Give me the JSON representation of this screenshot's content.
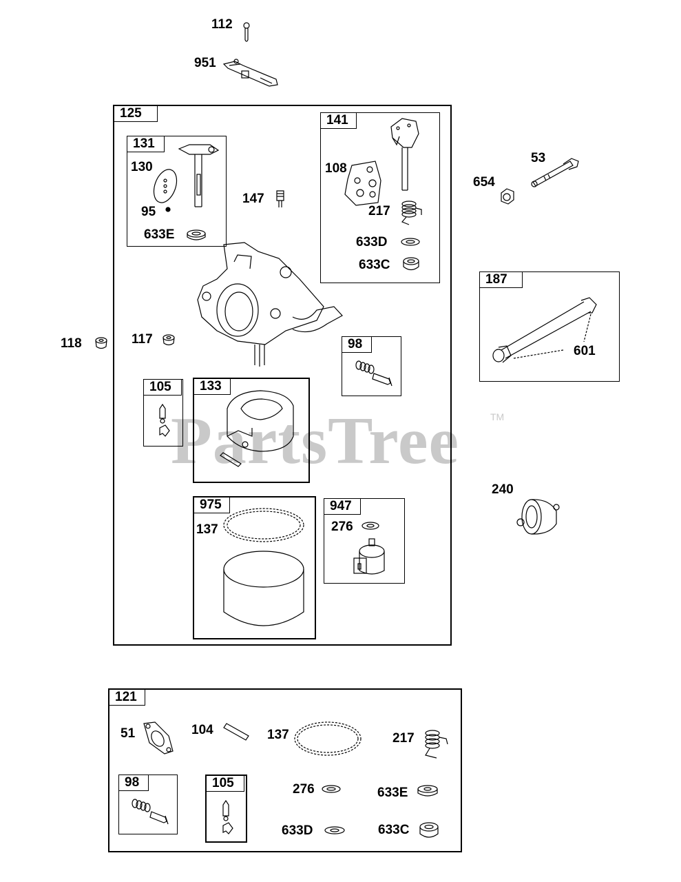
{
  "diagram": {
    "type": "exploded parts diagram",
    "subject": "Carburetor assembly",
    "watermark": {
      "text": "PartsTree",
      "trademark": "TM",
      "color": "#c9c9c9"
    }
  },
  "loose_parts": [
    {
      "id": "112",
      "shape": "screw"
    },
    {
      "id": "951",
      "shape": "throttle-lever"
    },
    {
      "id": "654",
      "shape": "nut"
    },
    {
      "id": "53",
      "shape": "fuel-pipe"
    },
    {
      "id": "118",
      "shape": "bushing"
    },
    {
      "id": "240",
      "shape": "fuel-pump-primer"
    }
  ],
  "kit_125": {
    "label": "125",
    "loose": [
      {
        "id": "147",
        "shape": "idle-screw"
      },
      {
        "id": "117",
        "shape": "bushing"
      }
    ],
    "sub_131": {
      "label": "131",
      "parts": [
        "130",
        "95",
        "633E"
      ]
    },
    "sub_141": {
      "label": "141",
      "parts": [
        "108",
        "217",
        "633D",
        "633C"
      ]
    },
    "sub_98": {
      "label": "98"
    },
    "sub_105": {
      "label": "105"
    },
    "sub_133": {
      "label": "133"
    },
    "sub_975": {
      "label": "975",
      "parts": [
        "137"
      ]
    },
    "sub_947": {
      "label": "947",
      "parts": [
        "276"
      ]
    }
  },
  "kit_187": {
    "label": "187",
    "parts": [
      "601"
    ]
  },
  "kit_121": {
    "label": "121",
    "parts": [
      "51",
      "104",
      "137",
      "217",
      "276",
      "633E",
      "633D",
      "633C"
    ],
    "sub_98": {
      "label": "98"
    },
    "sub_105": {
      "label": "105"
    }
  }
}
